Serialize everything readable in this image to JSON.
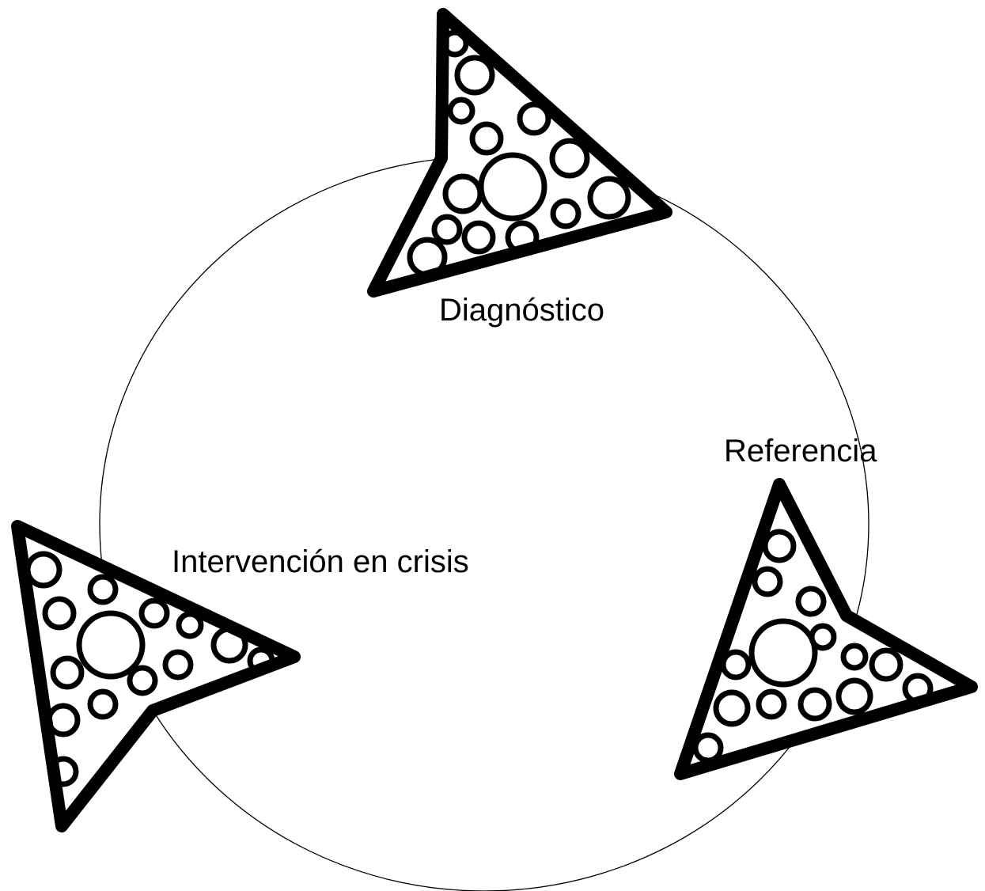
{
  "diagram": {
    "stages": [
      {
        "label": "Diagnóstico",
        "icon": "arrowhead-icon"
      },
      {
        "label": "Referencia",
        "icon": "arrowhead-icon"
      },
      {
        "label": "Intervención en crisis",
        "icon": "arrowhead-icon"
      }
    ],
    "colors": {
      "stroke": "#000000",
      "fill": "#ffffff",
      "background": "#ffffff"
    }
  }
}
